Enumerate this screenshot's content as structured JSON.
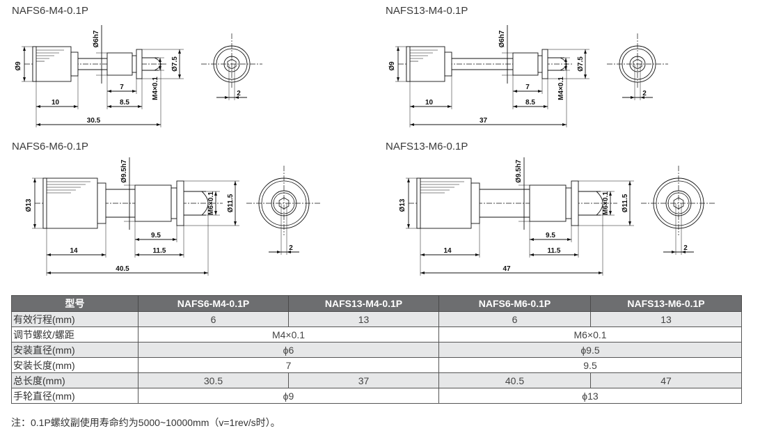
{
  "drawings": [
    {
      "title": "NAFS6-M4-0.1P",
      "knob_diameter": "Ø9",
      "mount_diameter": "Ø6h7",
      "thread": "M4×0.1",
      "flange_diameter": "Ø7.5",
      "knob_length": "10",
      "mount_length": "7",
      "body_length": "8.5",
      "total_length": "30.5",
      "hex": "2",
      "variant": "small-short"
    },
    {
      "title": "NAFS13-M4-0.1P",
      "knob_diameter": "Ø9",
      "mount_diameter": "Ø6h7",
      "thread": "M4×0.1",
      "flange_diameter": "Ø7.5",
      "knob_length": "10",
      "mount_length": "7",
      "body_length": "8.5",
      "total_length": "37",
      "hex": "2",
      "variant": "small-long"
    },
    {
      "title": "NAFS6-M6-0.1P",
      "knob_diameter": "Ø13",
      "mount_diameter": "Ø9.5h7",
      "thread": "M6×0.1",
      "flange_diameter": "Ø11.5",
      "knob_length": "14",
      "mount_length": "9.5",
      "body_length": "11.5",
      "total_length": "40.5",
      "hex": "2",
      "variant": "large-short"
    },
    {
      "title": "NAFS13-M6-0.1P",
      "knob_diameter": "Ø13",
      "mount_diameter": "Ø9.5h7",
      "thread": "M6×0.1",
      "flange_diameter": "Ø11.5",
      "knob_length": "14",
      "mount_length": "9.5",
      "body_length": "11.5",
      "total_length": "47",
      "hex": "2",
      "variant": "large-long"
    }
  ],
  "table": {
    "header": [
      "型号",
      "NAFS6-M4-0.1P",
      "NAFS13-M4-0.1P",
      "NAFS6-M6-0.1P",
      "NAFS13-M6-0.1P"
    ],
    "rows": [
      {
        "label": "有效行程(mm)",
        "cells": [
          "6",
          "13",
          "6",
          "13"
        ]
      },
      {
        "label": "调节螺纹/螺距",
        "merged": [
          "M4×0.1",
          "M6×0.1"
        ]
      },
      {
        "label": "安装直径(mm)",
        "merged": [
          "ϕ6",
          "ϕ9.5"
        ]
      },
      {
        "label": "安装长度(mm)",
        "merged": [
          "7",
          "9.5"
        ]
      },
      {
        "label": "总长度(mm)",
        "cells": [
          "30.5",
          "37",
          "40.5",
          "47"
        ]
      },
      {
        "label": "手轮直径(mm)",
        "merged": [
          "ϕ9",
          "ϕ13"
        ]
      }
    ]
  },
  "note": "注：0.1P螺纹副使用寿命约为5000~10000mm（v=1rev/s时）。",
  "colors": {
    "header_bg": "#6d6e70",
    "shade_bg": "#e6e7e8",
    "line": "#111111"
  }
}
